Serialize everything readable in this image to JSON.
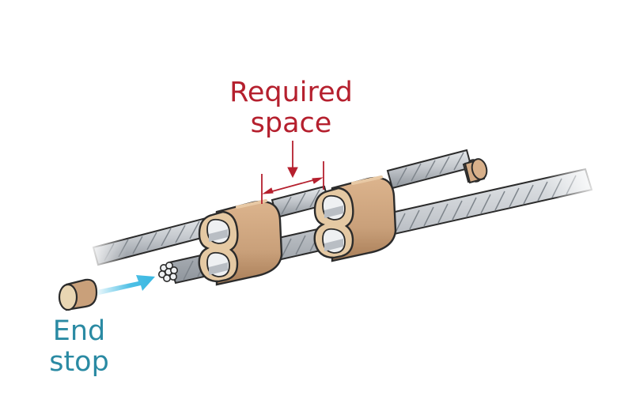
{
  "labels": {
    "required_space": [
      "Required",
      "space"
    ],
    "end_stop": [
      "End",
      "stop"
    ]
  },
  "colors": {
    "required_space": "#b5202e",
    "end_stop": "#2a8aa3",
    "arrow": "#3ab8e2",
    "ferrule": "#d3aa84",
    "ferrule_shade": "#b8875e",
    "ferrule_face": "#efe0c2",
    "cable": "#c4c8cd",
    "outline": "#2b2b2b"
  },
  "icons": [
    "cable",
    "ferrule-sleeve",
    "end-stop",
    "insert-arrow",
    "dimension-arrow"
  ]
}
